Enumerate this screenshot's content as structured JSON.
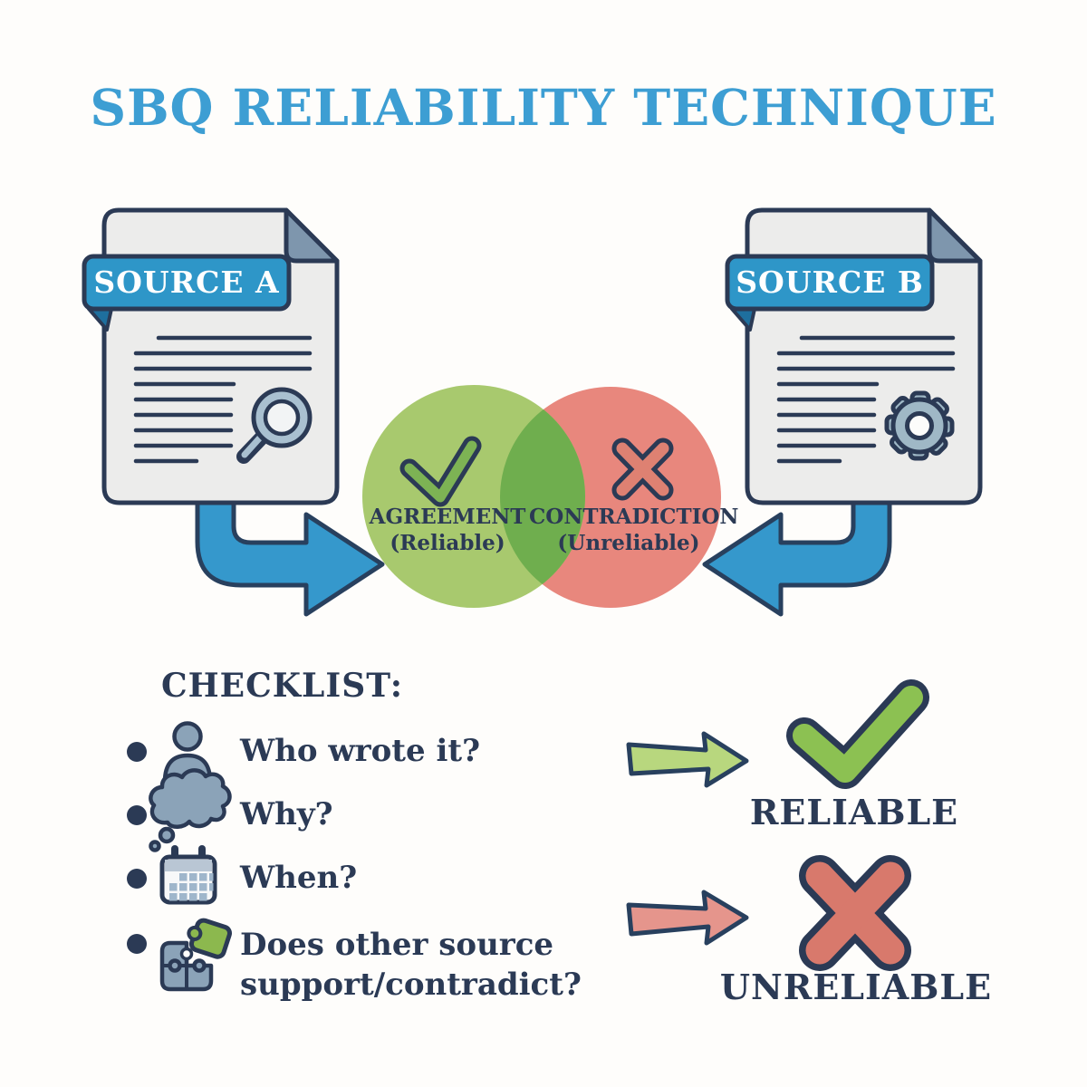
{
  "title": "SBQ RELIABILITY TECHNIQUE",
  "sources": {
    "a": {
      "label": "SOURCE A",
      "icon": "magnifier-icon"
    },
    "b": {
      "label": "SOURCE B",
      "icon": "gear-icon"
    }
  },
  "venn": {
    "agreement": {
      "title": "AGREEMENT",
      "subtitle": "(Reliable)",
      "icon": "checkmark-icon"
    },
    "contradiction": {
      "title": "CONTRADICTION",
      "subtitle": "(Unreliable)",
      "icon": "cross-icon"
    }
  },
  "checklist": {
    "heading": "CHECKLIST:",
    "items": [
      {
        "icon": "person-icon",
        "label": "Who wrote it?"
      },
      {
        "icon": "thought-cloud-icon",
        "label": "Why?"
      },
      {
        "icon": "calendar-icon",
        "label": "When?"
      },
      {
        "icon": "puzzle-icon",
        "label": "Does other source support/contradict?"
      }
    ]
  },
  "outcomes": {
    "reliable": {
      "label": "RELIABLE",
      "icon": "checkmark-icon",
      "arrow": "green-arrow"
    },
    "unreliable": {
      "label": "UNRELIABLE",
      "icon": "cross-icon",
      "arrow": "red-arrow"
    }
  },
  "colors": {
    "title_blue": "#3d9ed3",
    "label_blue": "#2e96c8",
    "label_fold_blue": "#1e6f9e",
    "arrow_blue": "#3598cc",
    "navy": "#2b3a55",
    "paper_gray": "#ececeb",
    "paper_fold_gray": "#7e96ad",
    "venn_green": "#a8c96e",
    "venn_overlap_green": "#6fae4e",
    "venn_red": "#e8877d",
    "check_green": "#8cc152",
    "small_check_green": "#7db354",
    "cross_red": "#d8796c",
    "small_cross_red": "#de8172",
    "icon_slate": "#8ba3b8",
    "arrow_light_green": "#b8d77e",
    "arrow_light_red": "#e5958c",
    "calendar_band": "#b9c6d4",
    "calendar_square": "#9fb6cb",
    "puzzle_green": "#8cb84e",
    "magnifier_ring": "#a9c0d0",
    "gear_fill": "#9fb8c6",
    "bg": "#fefdfb"
  }
}
